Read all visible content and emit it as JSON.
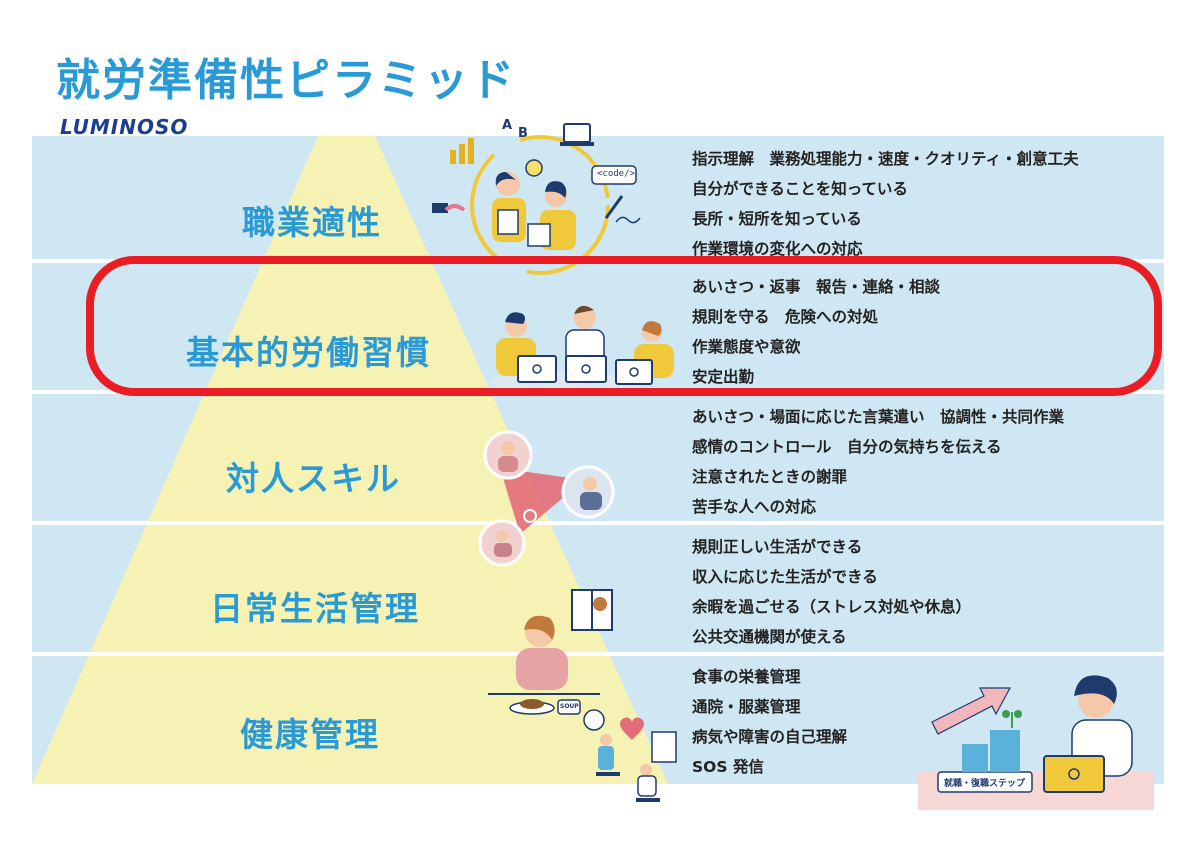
{
  "title": "就労準備性ピラミッド",
  "logo": "LUMINOSO",
  "colors": {
    "accent": "#2a9ad6",
    "band": "#cfe7f3",
    "pyramid": "#f5f2b4",
    "highlight": "#ea1d25",
    "text": "#222222"
  },
  "tiers": [
    {
      "label": "職業適性",
      "items": [
        "指示理解　業務処理能力・速度・クオリティ・創意工夫",
        "自分ができることを知っている",
        "長所・短所を知っている",
        "作業環境の変化への対応"
      ]
    },
    {
      "label": "基本的労働習慣",
      "items": [
        "あいさつ・返事　報告・連絡・相談",
        "規則を守る　危険への対処",
        "作業態度や意欲",
        "安定出勤"
      ]
    },
    {
      "label": "対人スキル",
      "items": [
        "あいさつ・場面に応じた言葉遣い　協調性・共同作業",
        "感情のコントロール　自分の気持ちを伝える",
        "注意されたときの謝罪",
        "苦手な人への対応"
      ]
    },
    {
      "label": "日常生活管理",
      "items": [
        "規則正しい生活ができる",
        "収入に応じた生活ができる",
        "余暇を過ごせる（ストレス対処や休息）",
        "公共交通機関が使える"
      ]
    },
    {
      "label": "健康管理",
      "items": [
        "食事の栄養管理",
        "通院・服薬管理",
        "病気や障害の自己理解",
        "SOS 発信"
      ]
    }
  ],
  "illustrations": {
    "code_bubble": "<code/>",
    "letter_a": "A",
    "letter_b": "B",
    "soup_label": "SOUP",
    "steps_sign": "就職・復職ステップ"
  }
}
